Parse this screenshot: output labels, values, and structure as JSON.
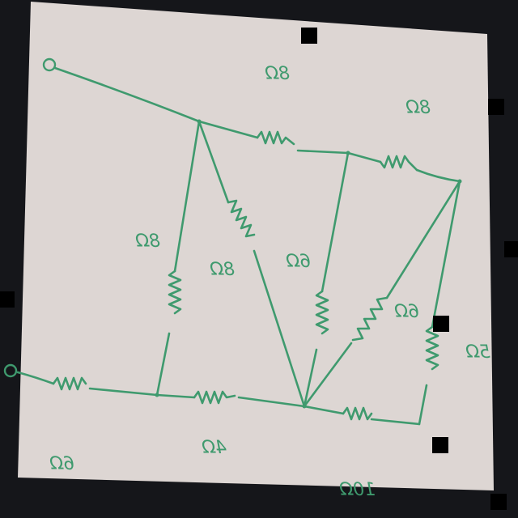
{
  "colors": {
    "background": "#15161a",
    "paper": "#ddd6d3",
    "ink": "#3f9a6e",
    "marker": "#000000"
  },
  "diagram": {
    "kind": "resistor circuit (hand-drawn)",
    "resistors": [
      {
        "id": "R-top-left",
        "label": "8Ω"
      },
      {
        "id": "R-top-right",
        "label": "8Ω"
      },
      {
        "id": "R-left-vertical",
        "label": "8Ω"
      },
      {
        "id": "R-diagonal",
        "label": "8Ω"
      },
      {
        "id": "R-middle-vertical",
        "label": "6Ω"
      },
      {
        "id": "R-right-diagonal",
        "label": "6Ω"
      },
      {
        "id": "R-right-vertical",
        "label": "5Ω"
      },
      {
        "id": "R-bottom-left",
        "label": "6Ω"
      },
      {
        "id": "R-bottom-middle",
        "label": "4Ω"
      },
      {
        "id": "R-bottom-right",
        "label": "10Ω"
      }
    ]
  }
}
